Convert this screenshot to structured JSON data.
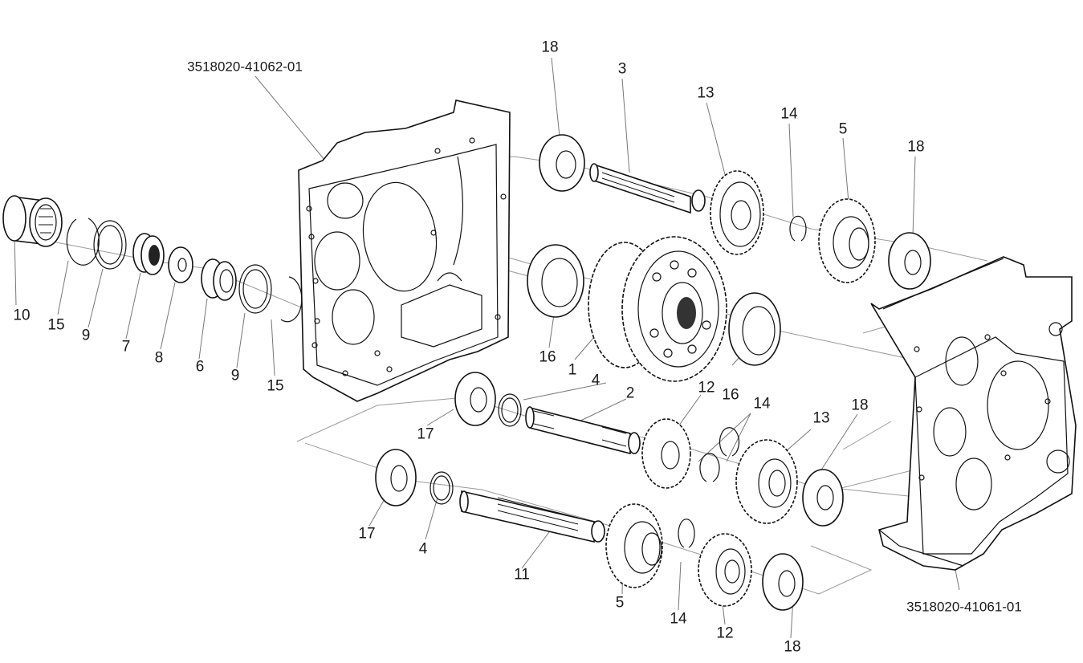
{
  "diagram": {
    "title": "Gearbox exploded view",
    "assemblies": [
      {
        "id": "housing-left",
        "label": "3518020-41062-01"
      },
      {
        "id": "housing-right",
        "label": "3518020-41061-01"
      }
    ],
    "callouts": [
      {
        "id": "c18a",
        "text": "18"
      },
      {
        "id": "c3",
        "text": "3"
      },
      {
        "id": "c13a",
        "text": "13"
      },
      {
        "id": "c14a",
        "text": "14"
      },
      {
        "id": "c5a",
        "text": "5"
      },
      {
        "id": "c18b",
        "text": "18"
      },
      {
        "id": "c10",
        "text": "10"
      },
      {
        "id": "c15a",
        "text": "15"
      },
      {
        "id": "c9a",
        "text": "9"
      },
      {
        "id": "c7",
        "text": "7"
      },
      {
        "id": "c8",
        "text": "8"
      },
      {
        "id": "c6",
        "text": "6"
      },
      {
        "id": "c9b",
        "text": "9"
      },
      {
        "id": "c15b",
        "text": "15"
      },
      {
        "id": "c16a",
        "text": "16"
      },
      {
        "id": "c1",
        "text": "1"
      },
      {
        "id": "c4a",
        "text": "4"
      },
      {
        "id": "c2",
        "text": "2"
      },
      {
        "id": "c12a",
        "text": "12"
      },
      {
        "id": "c16b",
        "text": "16"
      },
      {
        "id": "c14b",
        "text": "14"
      },
      {
        "id": "c18c",
        "text": "18"
      },
      {
        "id": "c13b",
        "text": "13"
      },
      {
        "id": "c17a",
        "text": "17"
      },
      {
        "id": "c17b",
        "text": "17"
      },
      {
        "id": "c4b",
        "text": "4"
      },
      {
        "id": "c11",
        "text": "11"
      },
      {
        "id": "c5b",
        "text": "5"
      },
      {
        "id": "c14c",
        "text": "14"
      },
      {
        "id": "c12b",
        "text": "12"
      },
      {
        "id": "c18d",
        "text": "18"
      }
    ]
  }
}
